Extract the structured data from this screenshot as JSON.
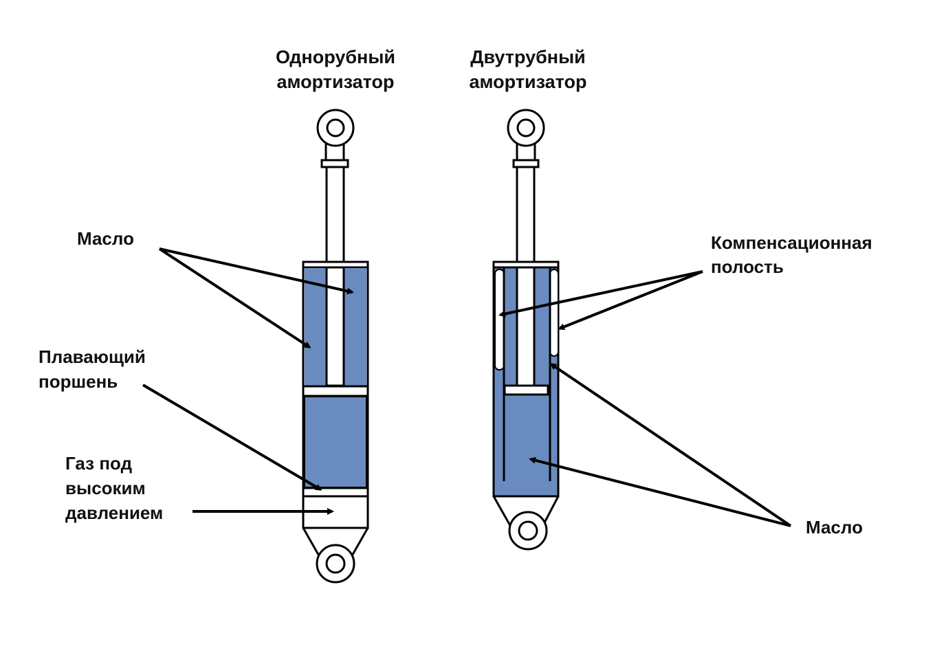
{
  "colors": {
    "background": "#ffffff",
    "oil": "#6a8bbf",
    "outline": "#000000",
    "text": "#111111"
  },
  "mono_tube": {
    "title_line1": "Однорубный",
    "title_line2": "амортизатор",
    "labels": {
      "oil": "Масло",
      "floating_piston_line1": "Плавающий",
      "floating_piston_line2": "поршень",
      "gas_line1": "Газ под",
      "gas_line2": "высоким",
      "gas_line3": "давлением"
    }
  },
  "twin_tube": {
    "title_line1": "Двутрубный",
    "title_line2": "амортизатор",
    "labels": {
      "compensation_line1": "Компенсационная",
      "compensation_line2": "полость",
      "oil": "Масло"
    }
  }
}
